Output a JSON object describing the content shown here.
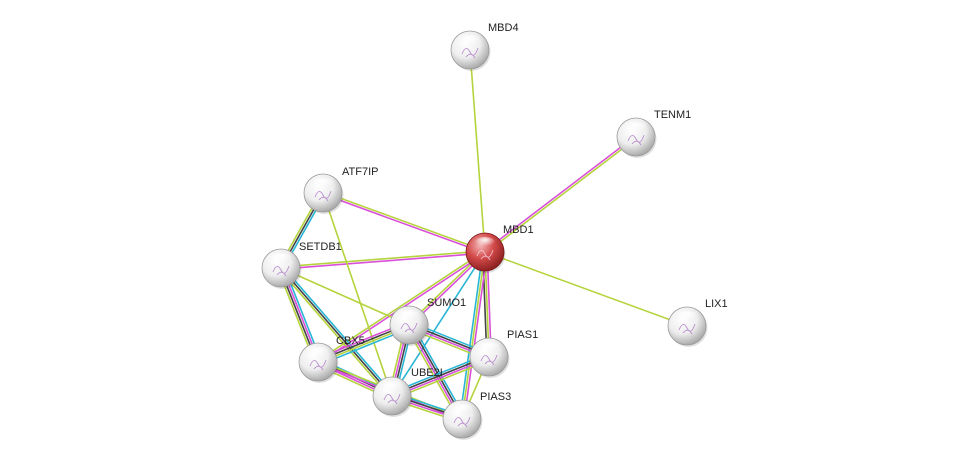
{
  "nodes": [
    {
      "id": "MBD1",
      "label": "MBD1",
      "query": true
    },
    {
      "id": "MBD4",
      "label": "MBD4"
    },
    {
      "id": "TENM1",
      "label": "TENM1"
    },
    {
      "id": "ATF7IP",
      "label": "ATF7IP"
    },
    {
      "id": "SETDB1",
      "label": "SETDB1"
    },
    {
      "id": "SUMO1",
      "label": "SUMO1"
    },
    {
      "id": "CBX5",
      "label": "CBX5"
    },
    {
      "id": "PIAS1",
      "label": "PIAS1"
    },
    {
      "id": "UBE2I",
      "label": "UBE2I"
    },
    {
      "id": "PIAS3",
      "label": "PIAS3"
    },
    {
      "id": "LIX1",
      "label": "LIX1"
    }
  ],
  "edges": [
    {
      "source": "MBD1",
      "target": "MBD4",
      "colors": [
        "#b5d33c"
      ]
    },
    {
      "source": "MBD1",
      "target": "TENM1",
      "colors": [
        "#d94fd9",
        "#b5d33c"
      ]
    },
    {
      "source": "MBD1",
      "target": "LIX1",
      "colors": [
        "#b5d33c"
      ]
    },
    {
      "source": "MBD1",
      "target": "ATF7IP",
      "colors": [
        "#d94fd9",
        "#b5d33c"
      ]
    },
    {
      "source": "MBD1",
      "target": "SETDB1",
      "colors": [
        "#d94fd9",
        "#b5d33c"
      ]
    },
    {
      "source": "MBD1",
      "target": "SUMO1",
      "colors": [
        "#d94fd9",
        "#b5d33c"
      ]
    },
    {
      "source": "MBD1",
      "target": "CBX5",
      "colors": [
        "#d94fd9",
        "#b5d33c"
      ]
    },
    {
      "source": "MBD1",
      "target": "PIAS1",
      "colors": [
        "#d94fd9",
        "#b5d33c",
        "#444444"
      ]
    },
    {
      "source": "MBD1",
      "target": "UBE2I",
      "colors": [
        "#29b6d6"
      ]
    },
    {
      "source": "MBD1",
      "target": "PIAS3",
      "colors": [
        "#d94fd9",
        "#b5d33c",
        "#29b6d6"
      ]
    },
    {
      "source": "ATF7IP",
      "target": "SETDB1",
      "colors": [
        "#29b6d6",
        "#444444",
        "#b5d33c"
      ]
    },
    {
      "source": "ATF7IP",
      "target": "UBE2I",
      "colors": [
        "#b5d33c"
      ]
    },
    {
      "source": "SETDB1",
      "target": "CBX5",
      "colors": [
        "#29b6d6",
        "#d94fd9",
        "#444444",
        "#b5d33c"
      ]
    },
    {
      "source": "SETDB1",
      "target": "UBE2I",
      "colors": [
        "#29b6d6",
        "#444444",
        "#b5d33c"
      ]
    },
    {
      "source": "SETDB1",
      "target": "SUMO1",
      "colors": [
        "#b5d33c"
      ]
    },
    {
      "source": "SUMO1",
      "target": "CBX5",
      "colors": [
        "#29b6d6",
        "#b5d33c",
        "#444444",
        "#d94fd9"
      ]
    },
    {
      "source": "SUMO1",
      "target": "PIAS1",
      "colors": [
        "#29b6d6",
        "#444444",
        "#d94fd9",
        "#b5d33c"
      ]
    },
    {
      "source": "SUMO1",
      "target": "UBE2I",
      "colors": [
        "#29b6d6",
        "#444444",
        "#d94fd9",
        "#b5d33c"
      ]
    },
    {
      "source": "SUMO1",
      "target": "PIAS3",
      "colors": [
        "#29b6d6",
        "#444444",
        "#d94fd9",
        "#b5d33c"
      ]
    },
    {
      "source": "CBX5",
      "target": "UBE2I",
      "colors": [
        "#29b6d6",
        "#444444",
        "#d94fd9",
        "#b5d33c"
      ]
    },
    {
      "source": "CBX5",
      "target": "PIAS3",
      "colors": [
        "#b5d33c",
        "#d94fd9"
      ]
    },
    {
      "source": "UBE2I",
      "target": "PIAS1",
      "colors": [
        "#29b6d6",
        "#444444",
        "#d94fd9",
        "#b5d33c"
      ]
    },
    {
      "source": "UBE2I",
      "target": "PIAS3",
      "colors": [
        "#29b6d6",
        "#444444",
        "#d94fd9",
        "#b5d33c"
      ]
    },
    {
      "source": "PIAS1",
      "target": "PIAS3",
      "colors": [
        "#b5d33c"
      ]
    }
  ]
}
